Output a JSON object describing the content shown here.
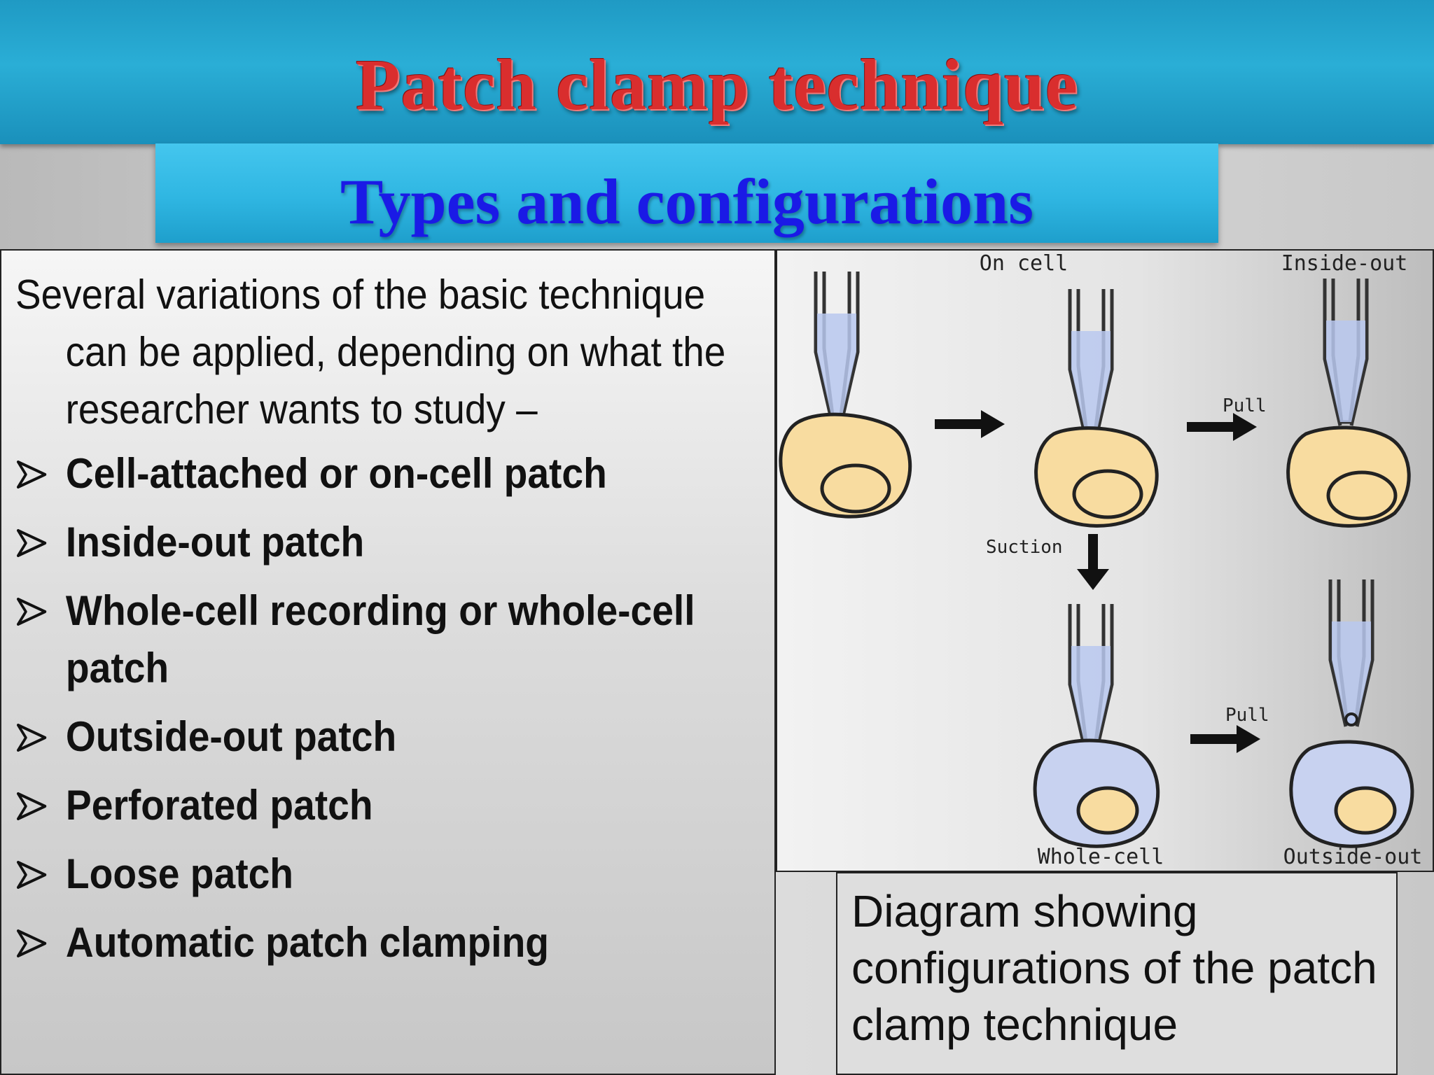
{
  "slide": {
    "title": "Patch clamp technique",
    "subtitle": "Types and configurations"
  },
  "text_panel": {
    "intro": "Several variations of the basic technique can be applied, depending on what the researcher wants to study –",
    "bullets": [
      "Cell-attached or on-cell patch",
      "Inside-out patch",
      "Whole-cell recording or whole-cell patch",
      "Outside-out patch",
      "Perforated patch",
      "Loose patch",
      "Automatic patch clamping"
    ]
  },
  "diagram": {
    "labels": {
      "on_cell": "On cell",
      "inside_out": "Inside-out",
      "pull_top": "Pull",
      "suction": "Suction",
      "pull_bottom": "Pull",
      "whole_cell": "Whole-cell",
      "outside_out": "Outside-out"
    },
    "colors": {
      "cytoplasm": "#f8dca0",
      "whole_cell_cytoplasm": "#c8d2f0",
      "pipette_fill": "#b8c8ee",
      "arrow": "#111111"
    }
  },
  "caption": "Diagram showing configurations of the patch clamp technique"
}
